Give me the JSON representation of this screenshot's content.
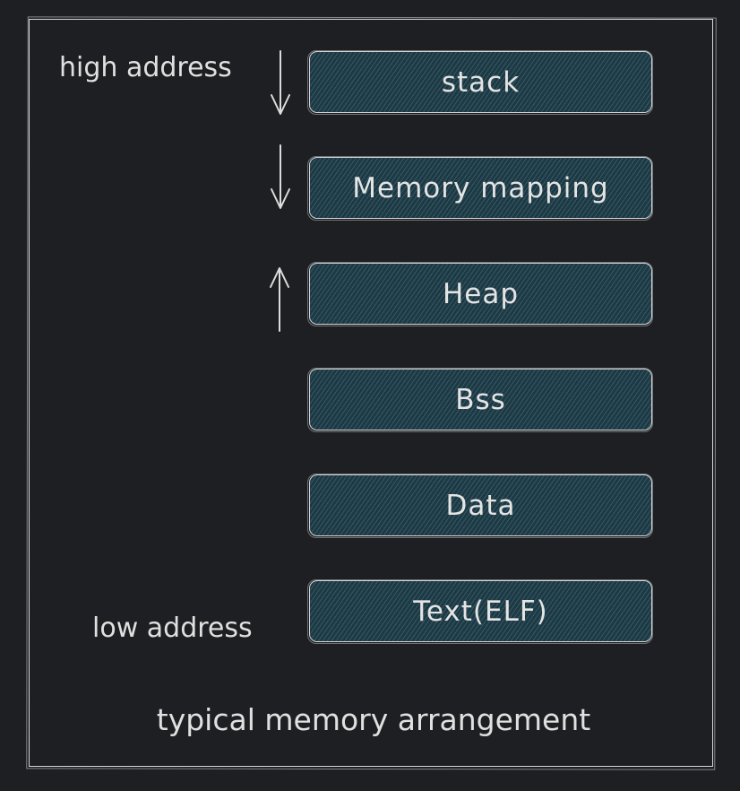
{
  "diagram": {
    "caption": "typical memory arrangement",
    "high_label": "high address",
    "low_label": "low address",
    "segments": [
      {
        "label": "stack",
        "arrow": "down"
      },
      {
        "label": "Memory mapping",
        "arrow": "down"
      },
      {
        "label": "Heap",
        "arrow": "up"
      },
      {
        "label": "Bss",
        "arrow": "none"
      },
      {
        "label": "Data",
        "arrow": "none"
      },
      {
        "label": "Text(ELF)",
        "arrow": "none"
      }
    ],
    "colors": {
      "background": "#1e1f23",
      "block_fill": "#1f3842",
      "hatch": "#3c788c",
      "stroke": "#d8d8d8"
    }
  }
}
